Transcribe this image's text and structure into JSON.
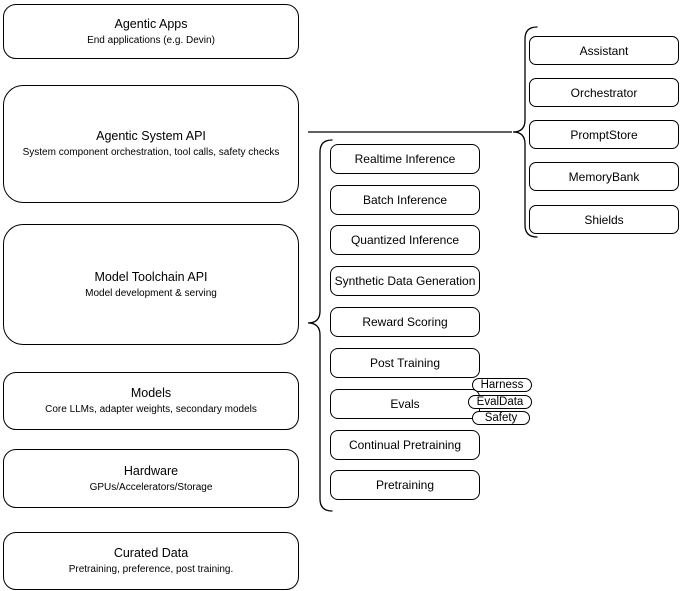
{
  "diagram": {
    "layers": [
      {
        "title": "Agentic Apps",
        "subtitle": "End applications (e.g. Devin)"
      },
      {
        "title": "Agentic System API",
        "subtitle": "System component orchestration, tool calls, safety checks"
      },
      {
        "title": "Model Toolchain API",
        "subtitle": "Model development & serving"
      },
      {
        "title": "Models",
        "subtitle": "Core LLMs, adapter weights, secondary models"
      },
      {
        "title": "Hardware",
        "subtitle": "GPUs/Accelerators/Storage"
      },
      {
        "title": "Curated Data",
        "subtitle": "Pretraining, preference, post training."
      }
    ],
    "toolchain_api_items": [
      "Realtime Inference",
      "Batch Inference",
      "Quantized Inference",
      "Synthetic Data Generation",
      "Reward Scoring",
      "Post Training",
      "Evals",
      "Continual Pretraining",
      "Pretraining"
    ],
    "system_api_components": [
      "Assistant",
      "Orchestrator",
      "PromptStore",
      "MemoryBank",
      "Shields"
    ],
    "evals_tags": [
      "Harness",
      "EvalData",
      "Safety"
    ],
    "colors": {
      "stroke": "#000000",
      "fill": "#ffffff",
      "background": "#ffffff"
    }
  }
}
